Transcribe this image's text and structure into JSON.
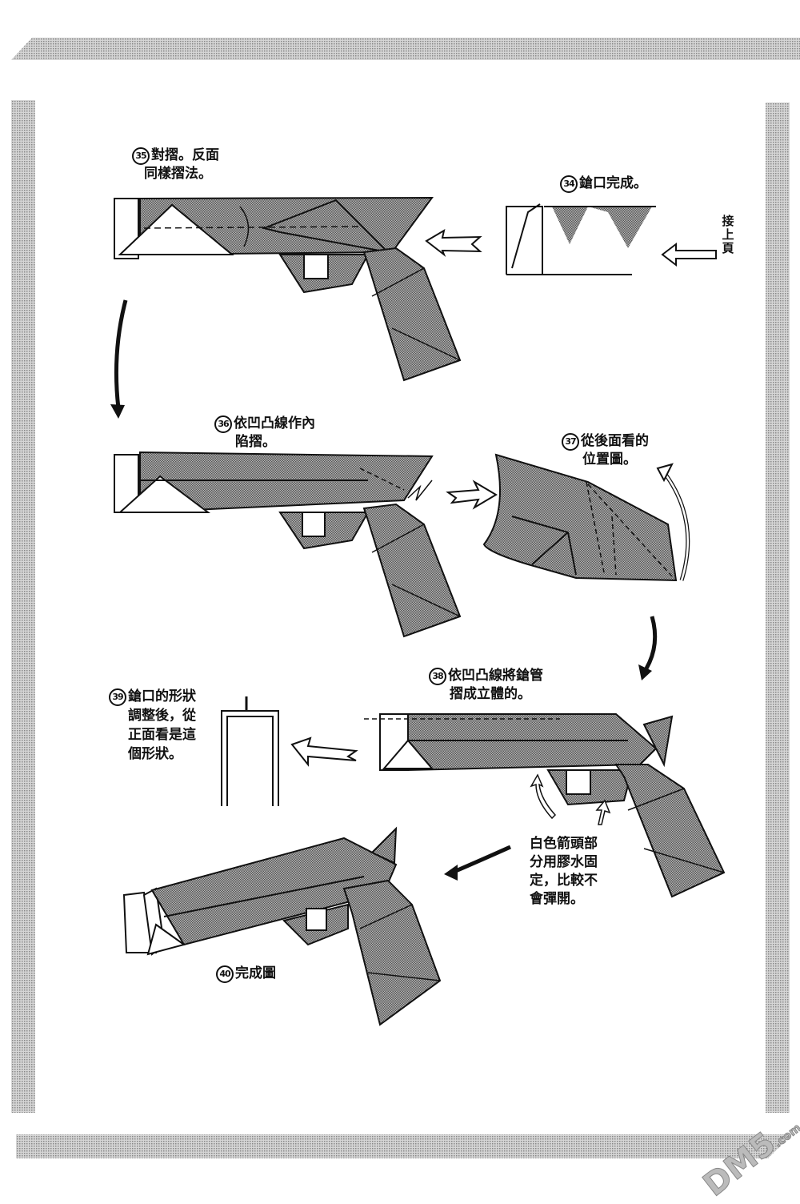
{
  "page": {
    "colors": {
      "ink": "#111111",
      "halftone": "#8a8a8a",
      "paper": "#ffffff",
      "frame": "#9a9a9a"
    }
  },
  "steps": [
    {
      "num": "34",
      "lines": [
        "鎗口完成。"
      ]
    },
    {
      "num": "35",
      "lines": [
        "對摺。反面",
        "同樣摺法。"
      ]
    },
    {
      "num": "36",
      "lines": [
        "依凹凸線作內",
        "陷摺。"
      ]
    },
    {
      "num": "37",
      "lines": [
        "從後面看的",
        "位置圖。"
      ]
    },
    {
      "num": "38",
      "lines": [
        "依凹凸線將鎗管",
        "摺成立體的。"
      ]
    },
    {
      "num": "39",
      "lines": [
        "鎗口的形狀",
        "調整後，從",
        "正面看是這",
        "個形狀。"
      ]
    },
    {
      "num": "40",
      "lines": [
        "完成圖"
      ]
    }
  ],
  "continued_note": [
    "接",
    "上",
    "頁"
  ],
  "glue_note": [
    "白色箭頭部",
    "分用膠水固",
    "定，比較不",
    "會彈開。"
  ],
  "watermark": {
    "text": "DM5",
    "suffix": ".com"
  }
}
